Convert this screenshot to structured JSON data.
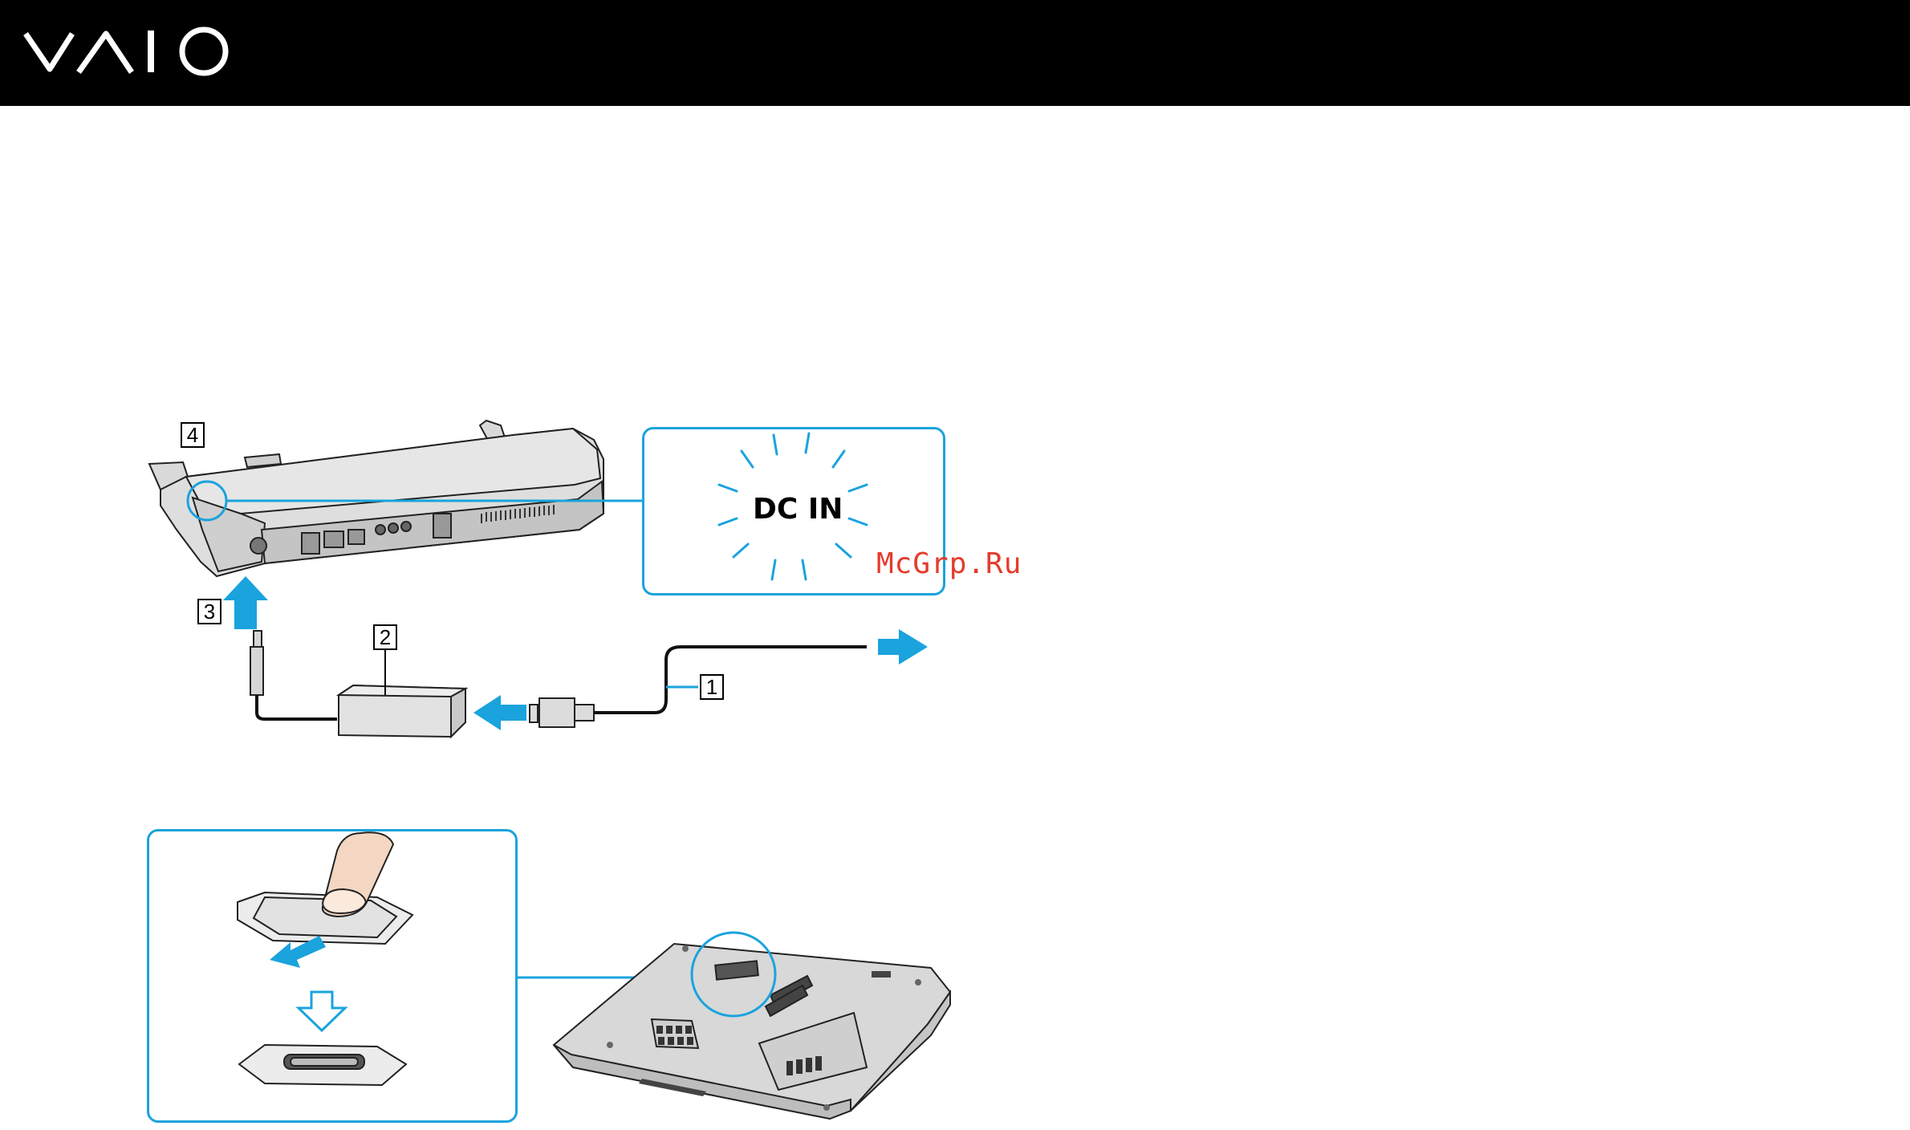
{
  "header": {
    "brand": "VAIO",
    "background": "#000000",
    "logo_color": "#ffffff"
  },
  "figure_top": {
    "callout_text": "DC IN",
    "labels": [
      "1",
      "2",
      "3",
      "4"
    ],
    "arrow_color": "#1aa3dd",
    "callout_border_color": "#1aa3dd"
  },
  "figure_bottom": {
    "callout_border_color": "#1aa3dd"
  },
  "watermark": {
    "text": "McGrp.Ru",
    "color": "#e43b2c"
  }
}
